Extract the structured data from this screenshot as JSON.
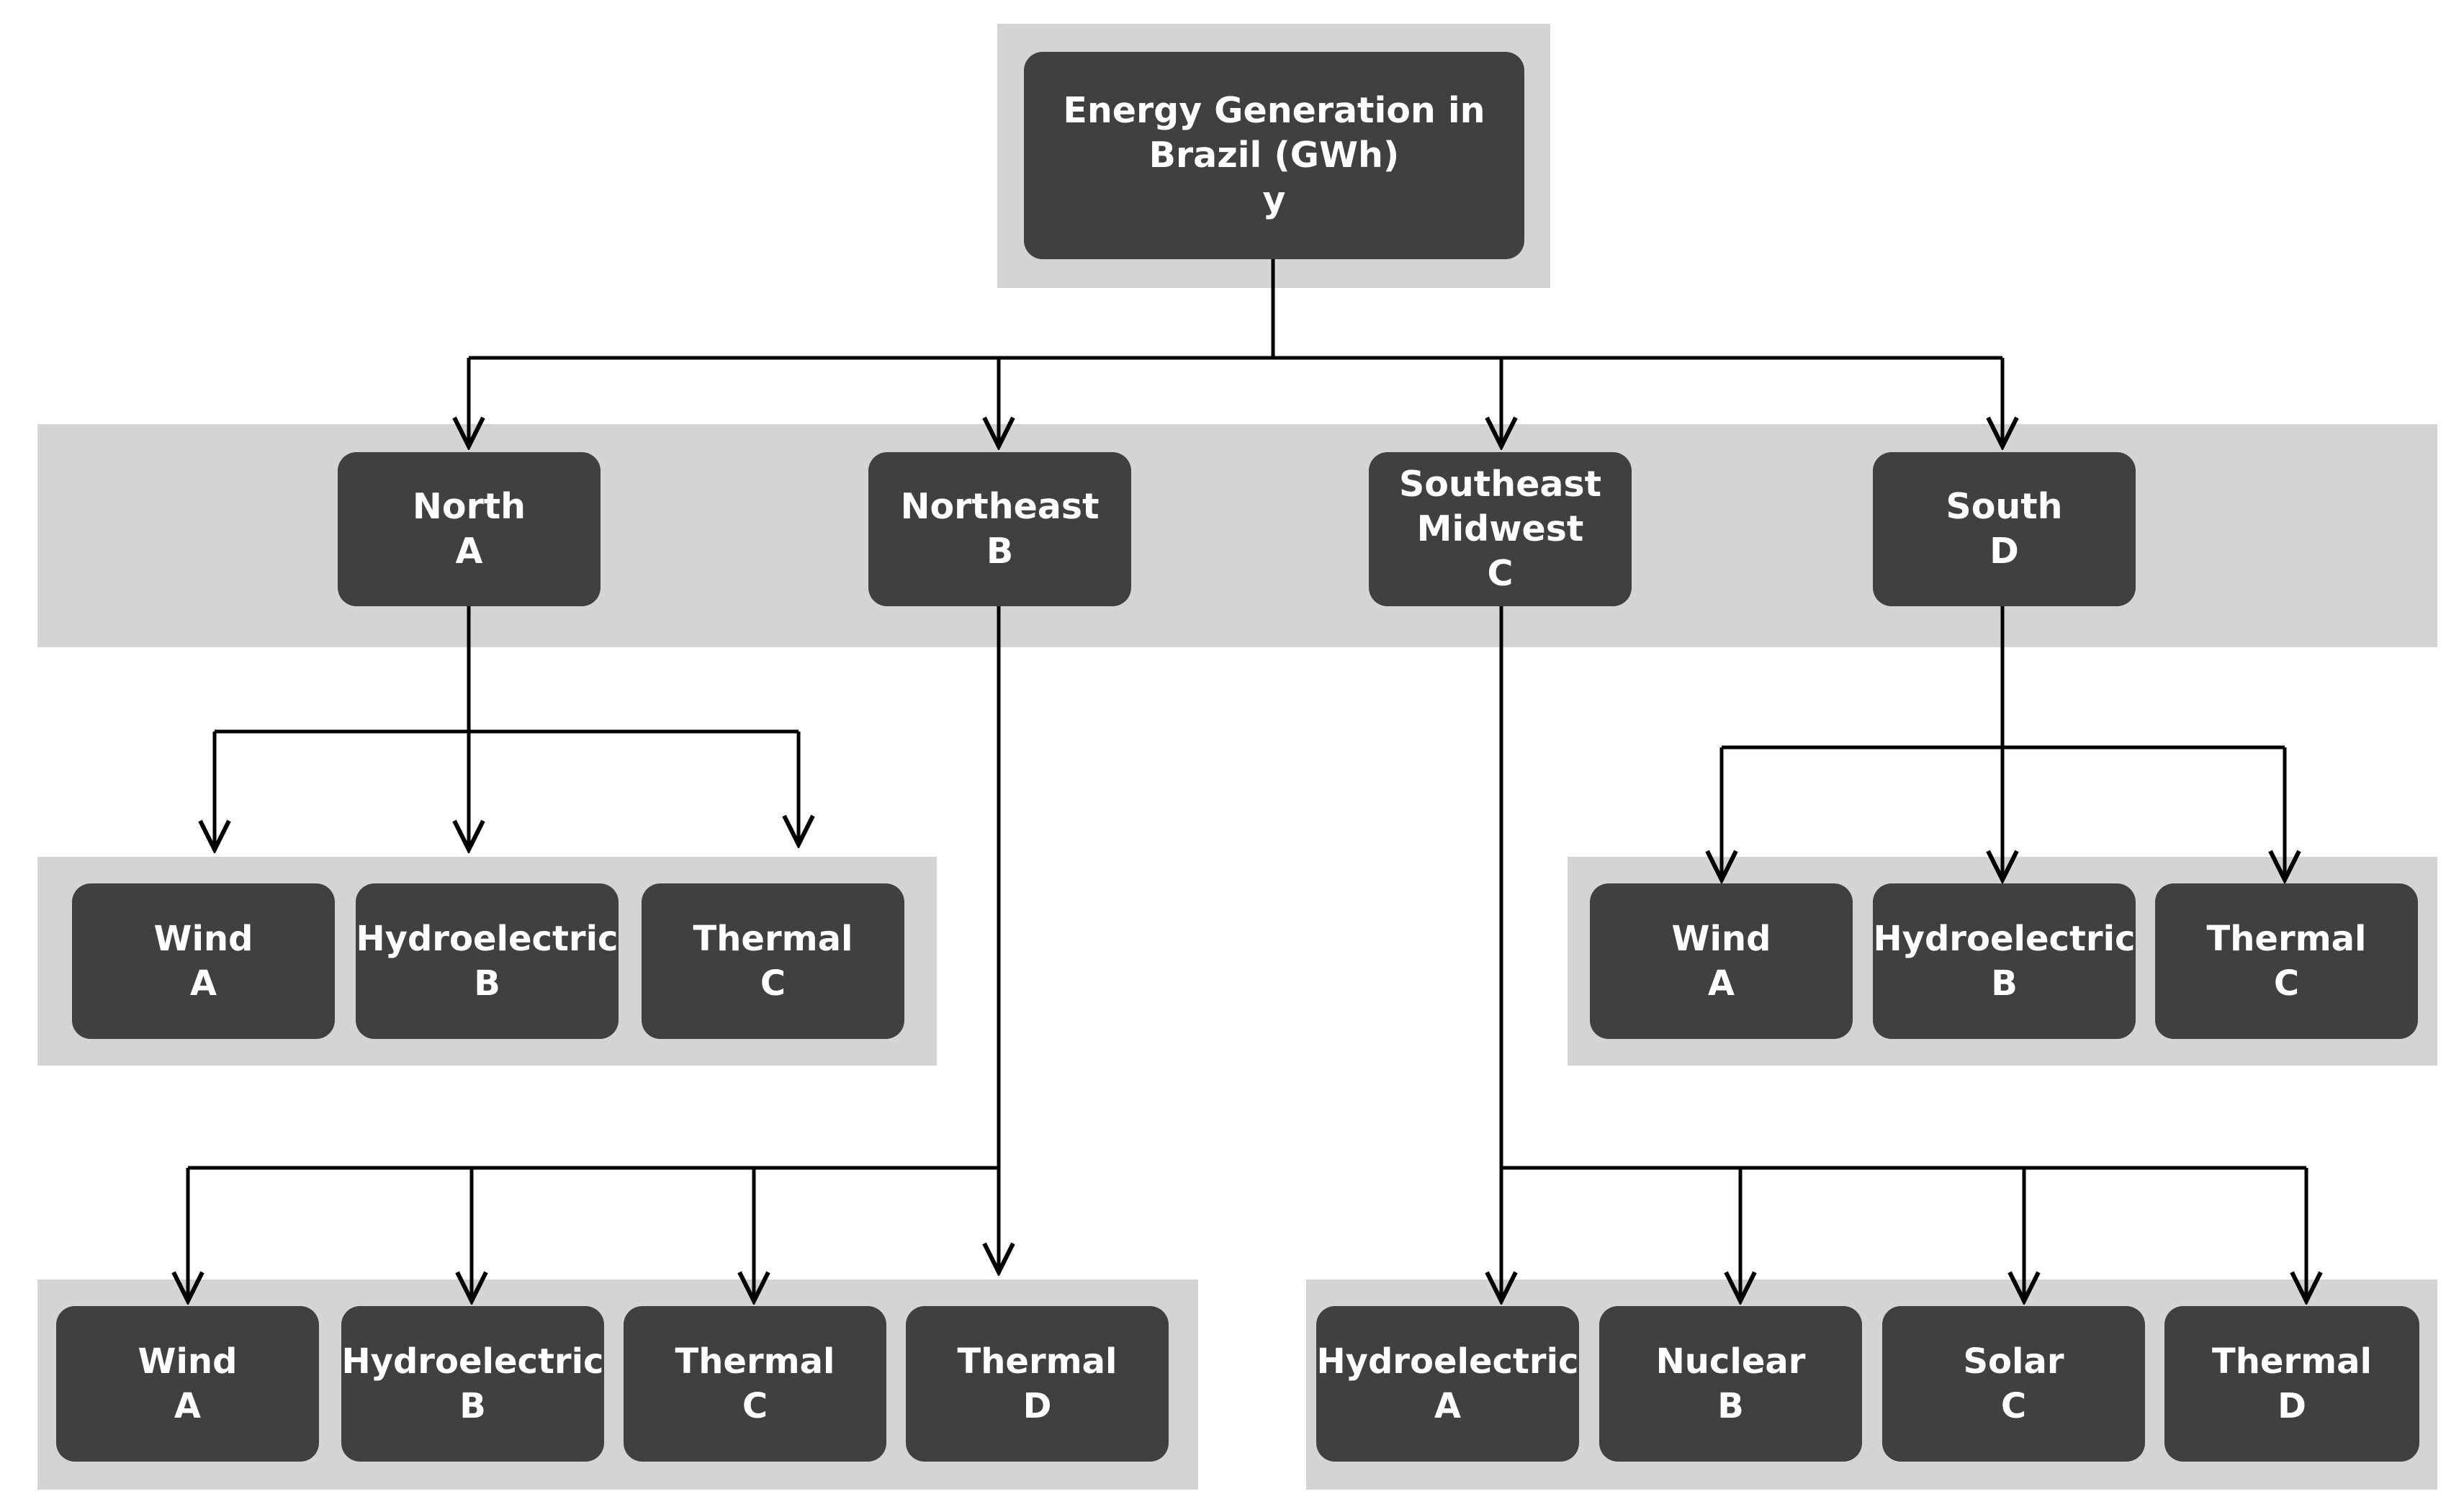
{
  "root": {
    "name": "Energy Generation in Brazil (GWh)",
    "name_line1": "Energy Generation in",
    "name_line2": "Brazil (GWh)",
    "var": "y"
  },
  "regions": {
    "north": {
      "name": "North",
      "var": "A"
    },
    "northeast": {
      "name": "Northeast",
      "var": "B"
    },
    "southeast": {
      "name_line1": "Southeast",
      "name_line2": "Midwest",
      "var": "C"
    },
    "south": {
      "name": "South",
      "var": "D"
    }
  },
  "sources": {
    "north": [
      {
        "name": "Wind",
        "var": "A"
      },
      {
        "name": "Hydroelectric",
        "var": "B"
      },
      {
        "name": "Thermal",
        "var": "C"
      }
    ],
    "northeast": [
      {
        "name": "Wind",
        "var": "A"
      },
      {
        "name": "Hydroelectric",
        "var": "B"
      },
      {
        "name": "Thermal",
        "var": "C"
      },
      {
        "name": "Thermal",
        "var": "D"
      }
    ],
    "southeast": [
      {
        "name": "Hydroelectric",
        "var": "A"
      },
      {
        "name": "Nuclear",
        "var": "B"
      },
      {
        "name": "Solar",
        "var": "C"
      },
      {
        "name": "Thermal",
        "var": "D"
      }
    ],
    "south": [
      {
        "name": "Wind",
        "var": "A"
      },
      {
        "name": "Hydroelectric",
        "var": "B"
      },
      {
        "name": "Thermal",
        "var": "C"
      }
    ]
  },
  "colors": {
    "band": "#d4d4d4",
    "node": "#404040",
    "text": "#ffffff",
    "line": "#000000"
  }
}
